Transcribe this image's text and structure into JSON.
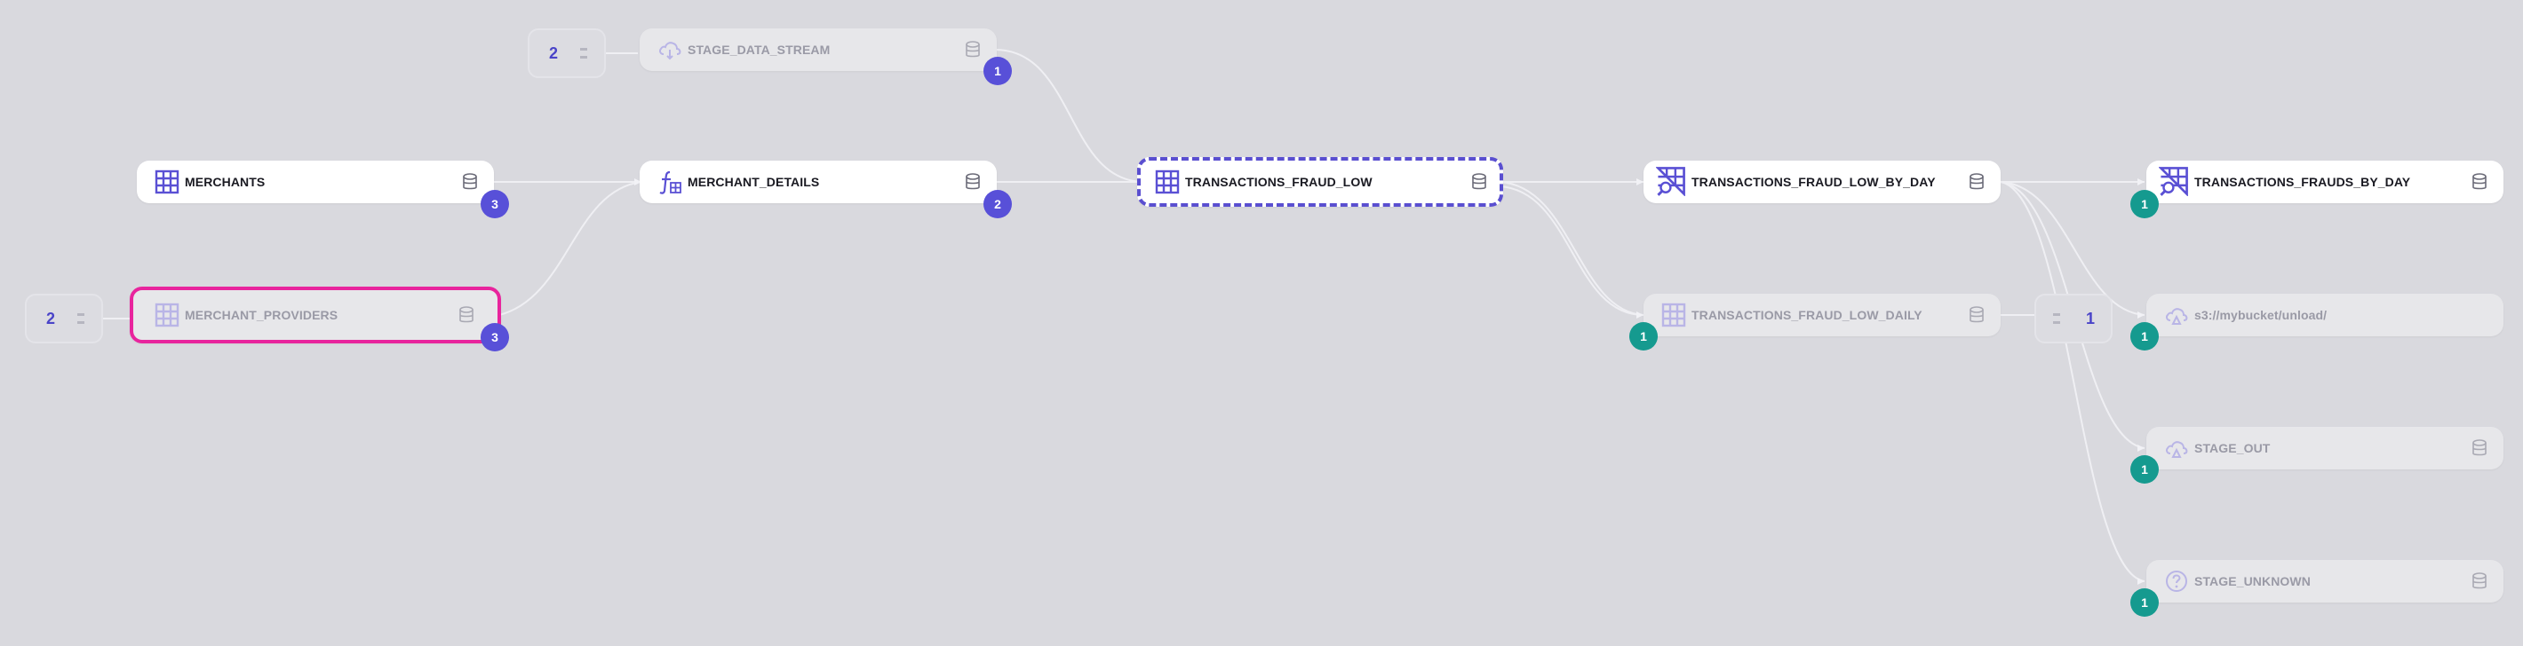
{
  "nodes": {
    "stage_data_stream": {
      "label": "STAGE_DATA_STREAM",
      "icon": "cloud-icon",
      "badge": "1"
    },
    "merchants": {
      "label": "MERCHANTS",
      "icon": "table-icon",
      "badge": "3"
    },
    "merchant_details": {
      "label": "MERCHANT_DETAILS",
      "icon": "function-icon",
      "badge": "2"
    },
    "merchant_providers": {
      "label": "MERCHANT_PROVIDERS",
      "icon": "table-icon",
      "badge": "3"
    },
    "transactions_fraud_low": {
      "label": "TRANSACTIONS_FRAUD_LOW",
      "icon": "table-icon"
    },
    "transactions_fraud_low_by_day": {
      "label": "TRANSACTIONS_FRAUD_LOW_BY_DAY",
      "icon": "dynamic-table-icon"
    },
    "transactions_fraud_low_daily": {
      "label": "TRANSACTIONS_FRAUD_LOW_DAILY",
      "icon": "table-icon",
      "badge": "1"
    },
    "transactions_frauds_by_day": {
      "label": "TRANSACTIONS_FRAUDS_BY_DAY",
      "icon": "dynamic-table-icon",
      "badge": "1"
    },
    "s3_unload": {
      "label": "s3://mybucket/unload/",
      "icon": "cloud-stage-icon",
      "badge": "1"
    },
    "stage_out": {
      "label": "STAGE_OUT",
      "icon": "cloud-stage-icon",
      "badge": "1"
    },
    "stage_unknown": {
      "label": "STAGE_UNKNOWN",
      "icon": "question-icon",
      "badge": "1"
    }
  },
  "collapsed_groups": {
    "upstream_stream": {
      "count": "2"
    },
    "upstream_providers": {
      "count": "2"
    },
    "downstream_daily": {
      "count": "1"
    }
  },
  "colors": {
    "background": "#d9d9de",
    "accent": "#5850d8",
    "selected_pink": "#e8249d",
    "teal_badge": "#159a8f"
  }
}
